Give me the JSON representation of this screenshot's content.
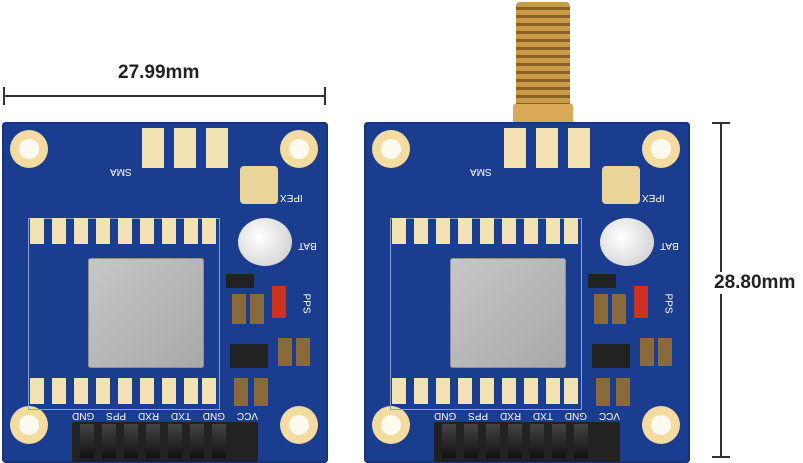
{
  "dimensions": {
    "width_label": "27.99mm",
    "height_label": "28.80mm"
  },
  "board_left": {
    "sma_label": "SMA",
    "ipex_label": "IPEX",
    "bat_label": "BAT",
    "pps_label": "PPS",
    "pin_labels": [
      "GND",
      "PPS",
      "RXD",
      "TXD",
      "GND",
      "VCC"
    ]
  },
  "board_right": {
    "sma_label": "SMA",
    "ipex_label": "IPEX",
    "bat_label": "BAT",
    "pps_label": "PPS",
    "pin_labels": [
      "GND",
      "PPS",
      "RXD",
      "TXD",
      "GND",
      "VCC"
    ]
  },
  "colors": {
    "pcb": "#1a3d8f",
    "pad": "#f2e2b4",
    "module": "#b5b5b5",
    "connector": "#b8893a"
  }
}
